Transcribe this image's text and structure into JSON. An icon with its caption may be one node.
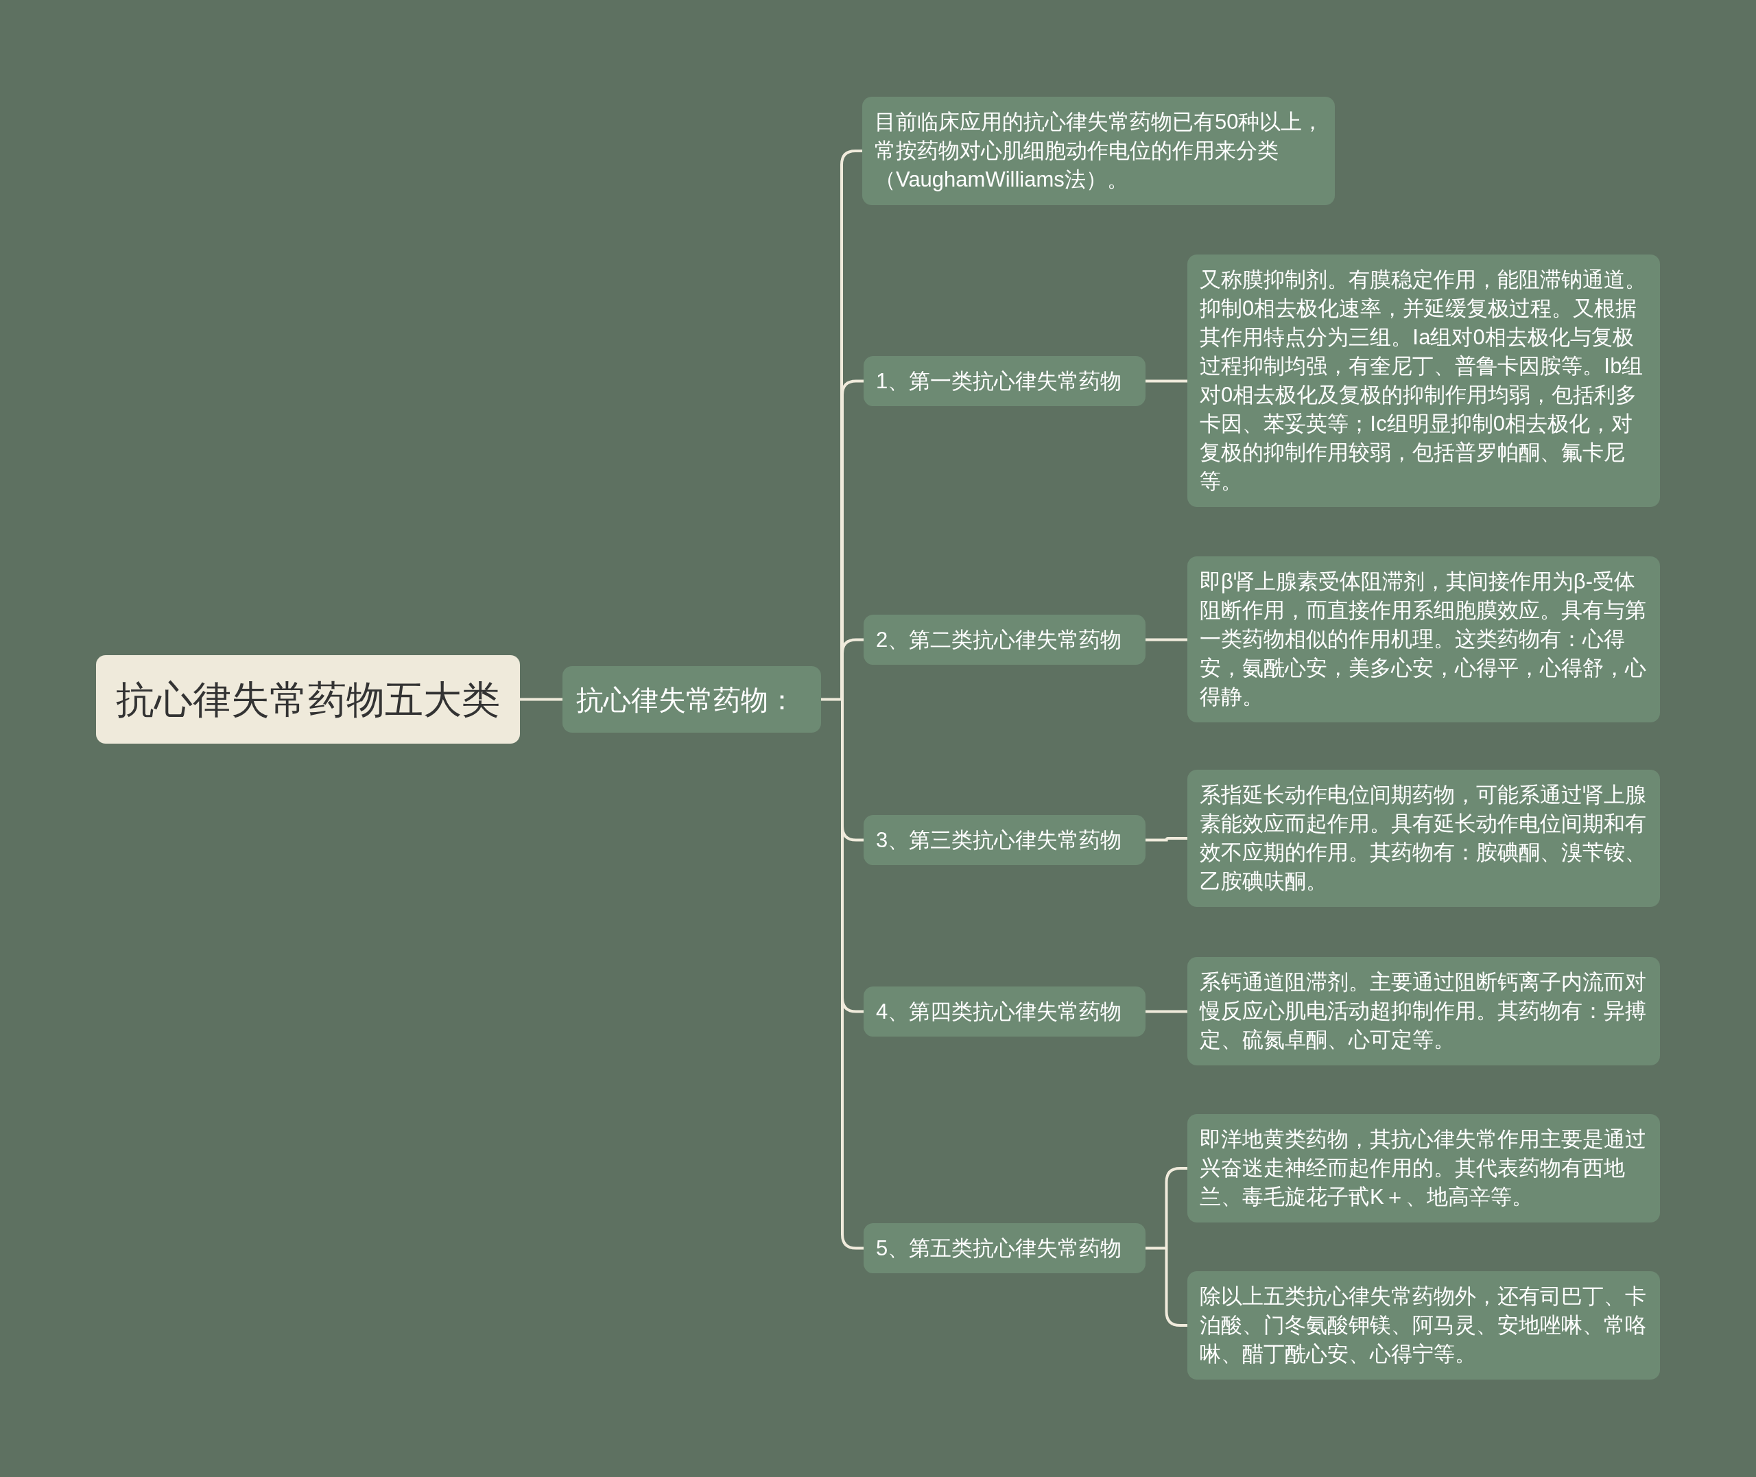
{
  "diagram": {
    "nodes": [
      {
        "text": [
          "抗心律失常药物五大类"
        ]
      },
      {
        "text": [
          "抗心律失常药物："
        ]
      },
      {
        "text": [
          "目前临床应用的抗心律失常药物已有50种以上，常按药物对心肌细胞动作电位的作用来分类（VaughamWilliams法）。"
        ]
      },
      {
        "text": [
          "1、第一类抗心律失常药物"
        ]
      },
      {
        "text": [
          "又称膜抑制剂。有膜稳定作用，能阻滞钠通道。抑制0相去极化速率，并延缓复极过程。又根据其作用特点分为三组。Ⅰa组对0相去极化与复极过程抑制均强，有奎尼丁、普鲁卡因胺等。Ⅰb组对0相去极化及复极的抑制作用均弱，包括利多卡因、苯妥英等；Ⅰc组明显抑制0相去极化，对复极的抑制作用较弱，包括普罗帕酮、氟卡尼等。"
        ]
      },
      {
        "text": [
          "2、第二类抗心律失常药物"
        ]
      },
      {
        "text": [
          "即β肾上腺素受体阻滞剂，其间接作用为β-受体阻断作用，而直接作用系细胞膜效应。具有与第一类药物相似的作用机理。这类药物有：心得安，氨酰心安，美多心安，心得平，心得舒，心得静。"
        ]
      },
      {
        "text": [
          "3、第三类抗心律失常药物"
        ]
      },
      {
        "text": [
          "系指延长动作电位间期药物，可能系通过肾上腺素能效应而起作用。具有延长动作电位间期和有效不应期的作用。其药物有：胺碘酮、溴苄铵、乙胺碘呋酮。"
        ]
      },
      {
        "text": [
          "4、第四类抗心律失常药物"
        ]
      },
      {
        "text": [
          "系钙通道阻滞剂。主要通过阻断钙离子内流而对慢反应心肌电活动超抑制作用。其药物有：异搏定、硫氮卓酮、心可定等。"
        ]
      },
      {
        "text": [
          "5、第五类抗心律失常药物"
        ]
      },
      {
        "text": [
          "即洋地黄类药物，其抗心律失常作用主要是通过兴奋迷走神经而起作用的。其代表药物有西地兰、毒毛旋花子甙K＋、地高辛等。"
        ]
      },
      {
        "text": [
          "除以上五类抗心律失常药物外，还有司巴丁、卡泊酸、门冬氨酸钾镁、阿马灵、安地唑啉、常咯啉、醋丁酰心安、心得宁等。"
        ]
      }
    ],
    "edges": [
      {
        "from": 0,
        "to": 1,
        "arrow": "none"
      },
      {
        "from": 1,
        "to": 2,
        "arrow": "none"
      },
      {
        "from": 1,
        "to": 3,
        "arrow": "none"
      },
      {
        "from": 1,
        "to": 5,
        "arrow": "none"
      },
      {
        "from": 1,
        "to": 7,
        "arrow": "none"
      },
      {
        "from": 1,
        "to": 9,
        "arrow": "none"
      },
      {
        "from": 1,
        "to": 11,
        "arrow": "none"
      },
      {
        "from": 3,
        "to": 4,
        "arrow": "none"
      },
      {
        "from": 5,
        "to": 6,
        "arrow": "none"
      },
      {
        "from": 7,
        "to": 8,
        "arrow": "none"
      },
      {
        "from": 9,
        "to": 10,
        "arrow": "none"
      },
      {
        "from": 11,
        "to": 12,
        "arrow": "none"
      },
      {
        "from": 11,
        "to": 13,
        "arrow": "none"
      }
    ]
  }
}
